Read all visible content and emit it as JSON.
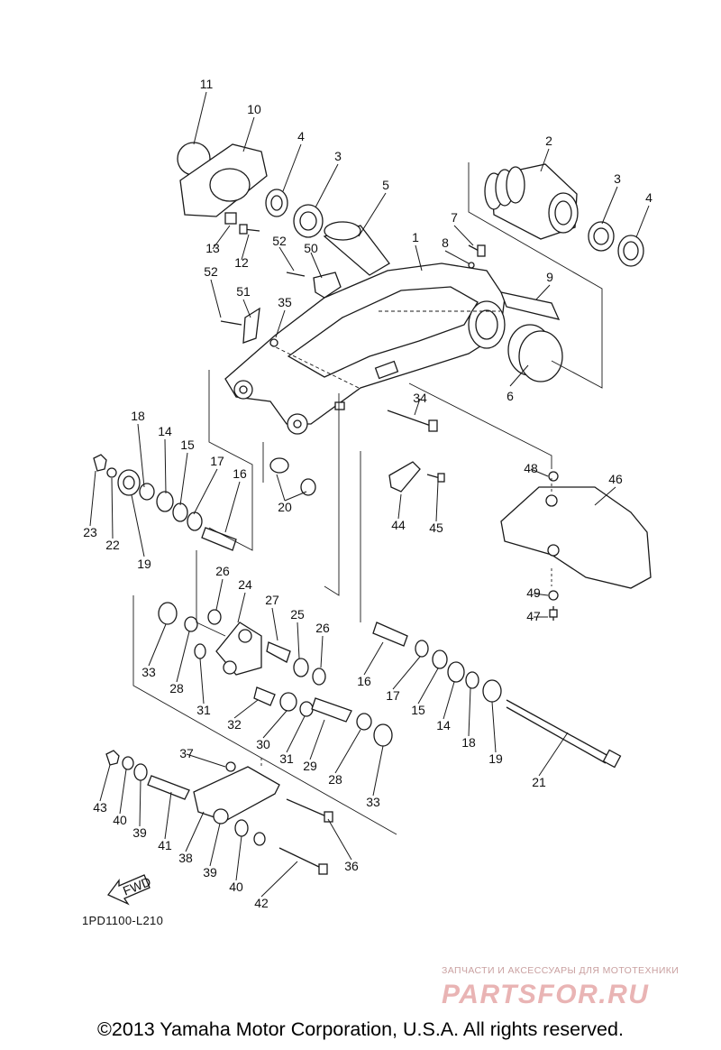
{
  "diagram": {
    "drawing_code": "1PD1100-L210",
    "fwd_label": "FWD",
    "watermark_tagline": "ЗАПЧАСТИ И АКСЕССУАРЫ ДЛЯ МОТОТЕХНИКИ",
    "watermark_logo_text": "PARTSFOR.RU",
    "copyright": "©2013 Yamaha Motor Corporation, U.S.A. All rights reserved.",
    "callouts": [
      "1",
      "2",
      "3",
      "3",
      "4",
      "4",
      "5",
      "6",
      "7",
      "8",
      "9",
      "10",
      "11",
      "12",
      "13",
      "14",
      "14",
      "15",
      "15",
      "16",
      "16",
      "17",
      "17",
      "18",
      "18",
      "19",
      "19",
      "20",
      "21",
      "22",
      "23",
      "24",
      "25",
      "26",
      "26",
      "27",
      "28",
      "28",
      "29",
      "30",
      "31",
      "31",
      "32",
      "33",
      "33",
      "34",
      "35",
      "36",
      "37",
      "38",
      "39",
      "39",
      "40",
      "40",
      "41",
      "42",
      "43",
      "44",
      "45",
      "46",
      "47",
      "48",
      "49",
      "50",
      "51",
      "52",
      "52"
    ]
  },
  "colors": {
    "line": "#1a1a1a",
    "watermark": "#e9b4b4"
  }
}
